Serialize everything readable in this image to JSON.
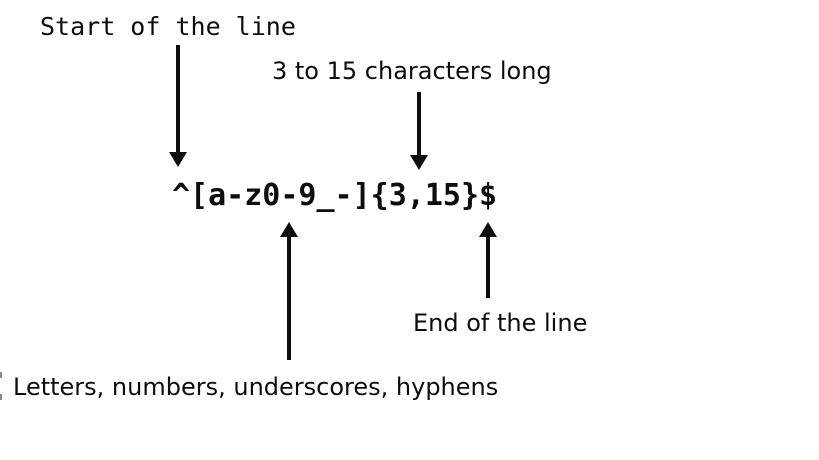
{
  "colors": {
    "ink": "#0d0d0d",
    "background": "#ffffff",
    "artifact": "#8a8a8a"
  },
  "diagram": {
    "regex": "^[a-z0-9_-]{3,15}$",
    "annotations": [
      {
        "label": "Start of the line",
        "target": "^"
      },
      {
        "label": "3 to 15 characters long",
        "target": "{3,15}"
      },
      {
        "label": "End of the line",
        "target": "$"
      },
      {
        "label": "Letters, numbers, underscores, hyphens",
        "target": "[a-z0-9_-]"
      }
    ]
  }
}
